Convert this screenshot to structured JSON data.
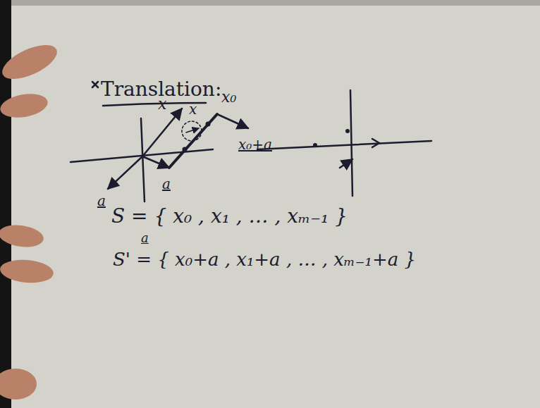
{
  "diagram": {
    "title": "Translation:",
    "labels": [
      "x",
      "x",
      "x₀",
      "x₀+a",
      "a",
      "a",
      "S = { x₀ , x₁ , … , xₘ₋₁ }",
      "a",
      "S' = { x₀+a , x₁+a , … , xₘ₋₁+a }"
    ]
  }
}
